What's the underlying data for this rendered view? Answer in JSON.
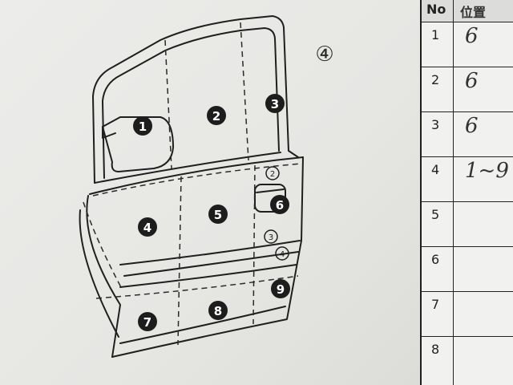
{
  "sheet_marker": "④",
  "zones": [
    {
      "num": "1"
    },
    {
      "num": "2"
    },
    {
      "num": "3"
    },
    {
      "num": "4"
    },
    {
      "num": "5"
    },
    {
      "num": "6"
    },
    {
      "num": "7"
    },
    {
      "num": "8"
    },
    {
      "num": "9"
    }
  ],
  "small_marks": [
    "2",
    "3",
    "4"
  ],
  "table": {
    "header_no": "No",
    "header_pos": "位置",
    "rows": [
      {
        "no": "1",
        "pos": "6"
      },
      {
        "no": "2",
        "pos": "6"
      },
      {
        "no": "3",
        "pos": "6"
      },
      {
        "no": "4",
        "pos": "1~9"
      },
      {
        "no": "5",
        "pos": ""
      },
      {
        "no": "6",
        "pos": ""
      },
      {
        "no": "7",
        "pos": ""
      },
      {
        "no": "8",
        "pos": ""
      }
    ]
  }
}
